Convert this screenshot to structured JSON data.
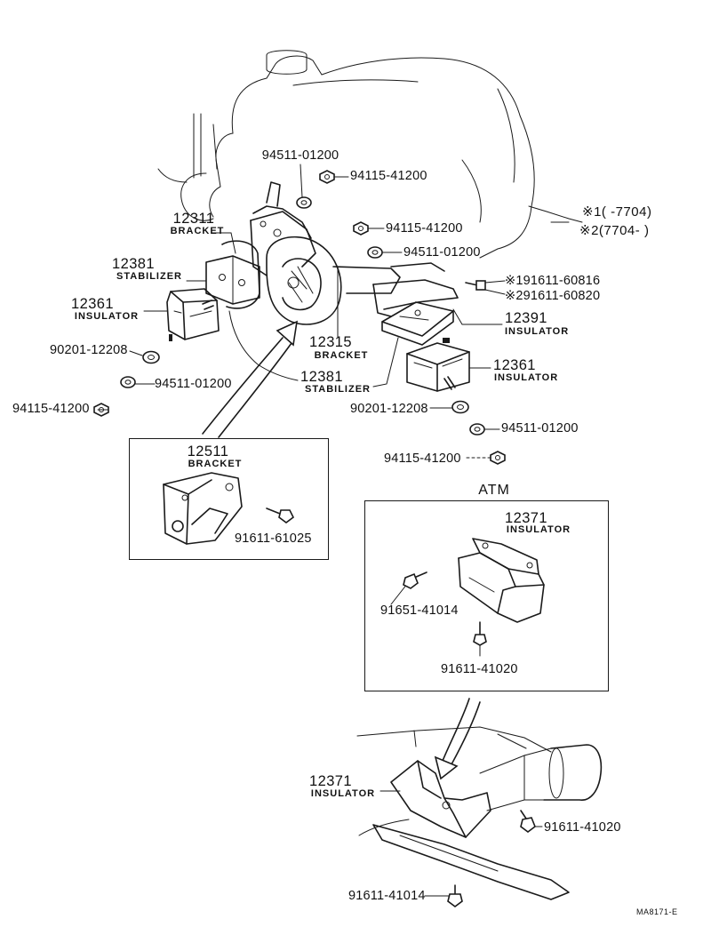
{
  "colors": {
    "ink": "#1a1a1a",
    "paper": "#ffffff"
  },
  "labels": {
    "p94511_top": "94511-01200",
    "p94115_top": "94115-41200",
    "p94115_mid": "94115-41200",
    "p94511_mid": "94511-01200",
    "ref1": "※1(      -7704)",
    "ref2": "※2(7704-        )",
    "p91611_60816": "※191611-60816",
    "p91611_60820": "※291611-60820",
    "n12311": "12311",
    "t12311": "BRACKET",
    "n12381_l": "12381",
    "t12381_l": "STABILIZER",
    "n12361_l": "12361",
    "t12361_l": "INSULATOR",
    "p90201_l": "90201-12208",
    "p94511_l": "94511-01200",
    "p94115_l": "94115-41200",
    "n12391": "12391",
    "t12391": "INSULATOR",
    "n12315": "12315",
    "t12315": "BRACKET",
    "n12381_c": "12381",
    "t12381_c": "STABILIZER",
    "n12361_r": "12361",
    "t12361_r": "INSULATOR",
    "p90201_r": "90201-12208",
    "p94511_r": "94511-01200",
    "p94115_r": "94115-41200",
    "n12511": "12511",
    "t12511": "BRACKET",
    "p91611_61025": "91611-61025",
    "atm": "ATM",
    "n12371_box": "12371",
    "t12371_box": "INSULATOR",
    "p91651_41014": "91651-41014",
    "p91611_41020_box": "91611-41020",
    "n12371_bot": "12371",
    "t12371_bot": "INSULATOR",
    "p91611_41020_bot": "91611-41020",
    "p91611_41014_bot": "91611-41014",
    "drawing_code": "MA8171-E"
  }
}
